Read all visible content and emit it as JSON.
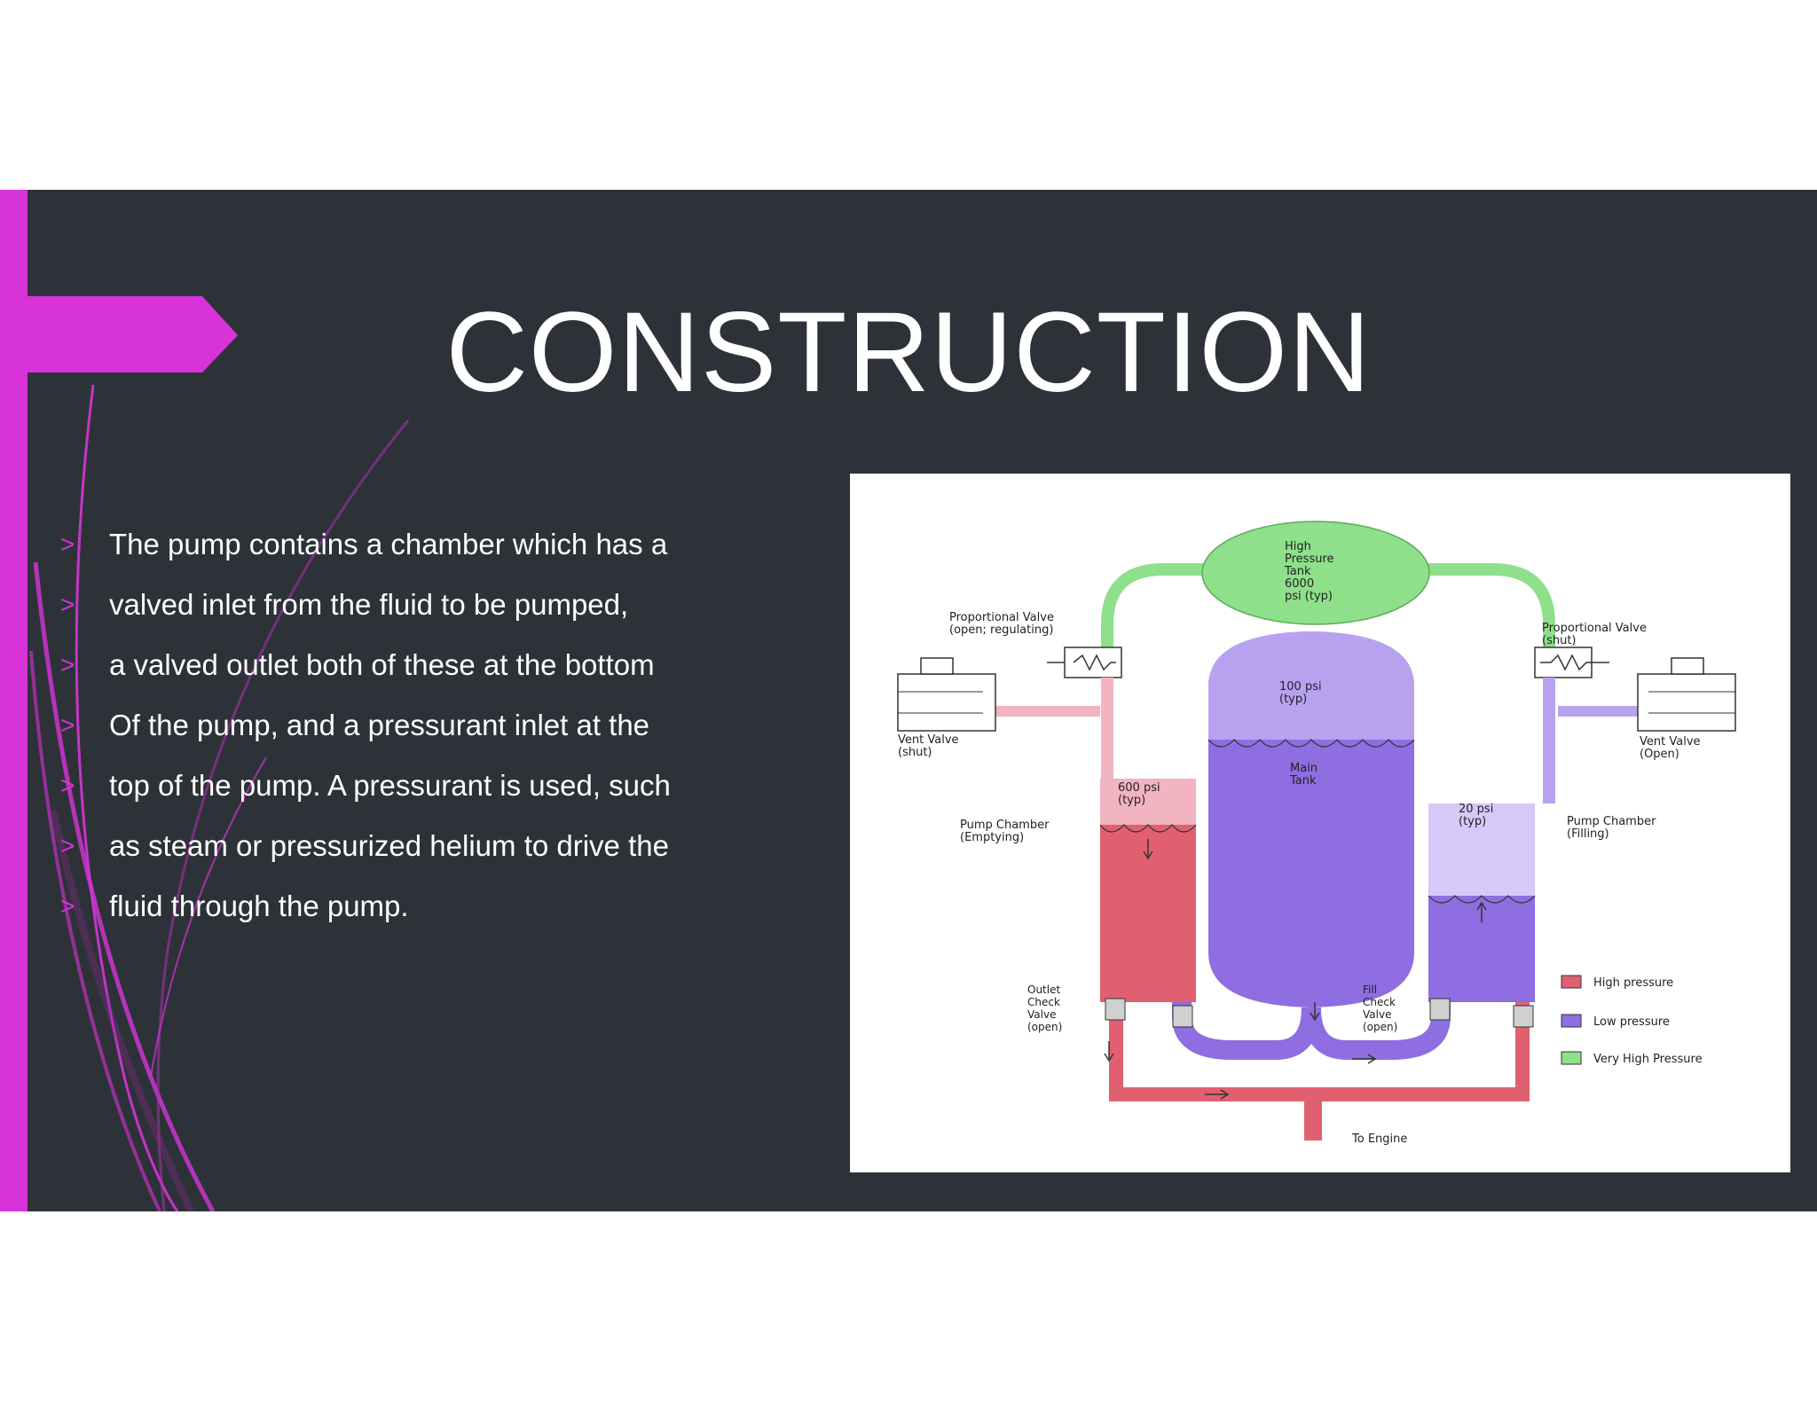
{
  "slide": {
    "title": "CONSTRUCTION",
    "bullets": [
      "The pump contains a chamber which has a",
      "valved inlet from the fluid to be pumped,",
      "a valved outlet both of these  at the bottom",
      "Of the pump, and a pressurant inlet at the",
      "top of the pump. A pressurant is used, such",
      "as steam or pressurized helium to drive the",
      "fluid through the  pump."
    ],
    "bullet_marker": ">"
  },
  "diagram": {
    "tank": {
      "line1": "High",
      "line2": "Pressure",
      "line3": "Tank",
      "line4": "6000",
      "line5": "psi (typ)"
    },
    "left_prop_valve": {
      "line1": "Proportional Valve",
      "line2": "(open; regulating)"
    },
    "right_prop_valve": {
      "line1": "Proportional Valve",
      "line2": "(shut)"
    },
    "left_vent": {
      "line1": "Vent Valve",
      "line2": "(shut)"
    },
    "right_vent": {
      "line1": "Vent Valve",
      "line2": "(Open)"
    },
    "main_tank_psi": {
      "line1": "100 psi",
      "line2": "(typ)"
    },
    "main_tank": {
      "line1": "Main",
      "line2": "Tank"
    },
    "left_chamber_psi": {
      "line1": "600 psi",
      "line2": "(typ)"
    },
    "right_chamber_psi": {
      "line1": "20 psi",
      "line2": "(typ)"
    },
    "left_chamber": {
      "line1": "Pump Chamber",
      "line2": "(Emptying)"
    },
    "right_chamber": {
      "line1": "Pump Chamber",
      "line2": "(Filling)"
    },
    "outlet_check": {
      "line1": "Outlet",
      "line2": "Check",
      "line3": "Valve",
      "line4": "(open)"
    },
    "fill_check": {
      "line1": "Fill",
      "line2": "Check",
      "line3": "Valve",
      "line4": "(open)"
    },
    "to_engine": "To Engine",
    "legend": [
      {
        "label": "High pressure",
        "color": "#e06070"
      },
      {
        "label": "Low pressure",
        "color": "#8e6ee0"
      },
      {
        "label": "Very High Pressure",
        "color": "#8ee08a"
      }
    ]
  },
  "colors": {
    "slide_bg": "#2d3238",
    "accent": "#d733d9",
    "high_pressure": "#e06070",
    "low_pressure": "#8e6ee0",
    "very_high_pressure": "#8ee08a",
    "light_pink": "#f2b4c0",
    "light_purple": "#b8a2f0"
  }
}
